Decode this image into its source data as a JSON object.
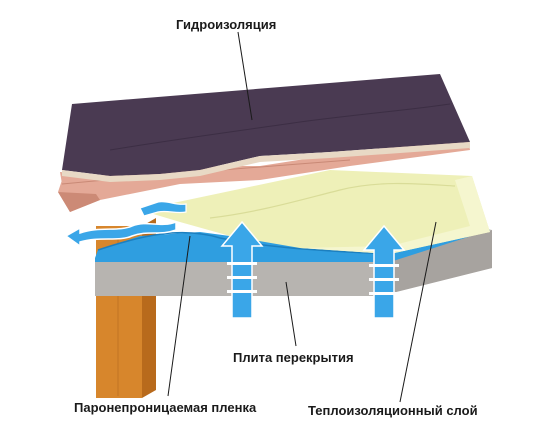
{
  "labels": {
    "waterproofing": "Гидроизоляция",
    "floor_slab": "Плита перекрытия",
    "vapor_membrane": "Паронепроницаемая пленка",
    "insulation_layer": "Теплоизоляционный слой"
  },
  "colors": {
    "roof_top": "#4a3a52",
    "roof_edge": "#e8d9c5",
    "boards": "#e4a997",
    "insulation": "#eef0b8",
    "membrane": "#2f9ee0",
    "slab": "#b7b4b0",
    "beam": "#d7862c",
    "arrows": "#3aa6e8"
  }
}
